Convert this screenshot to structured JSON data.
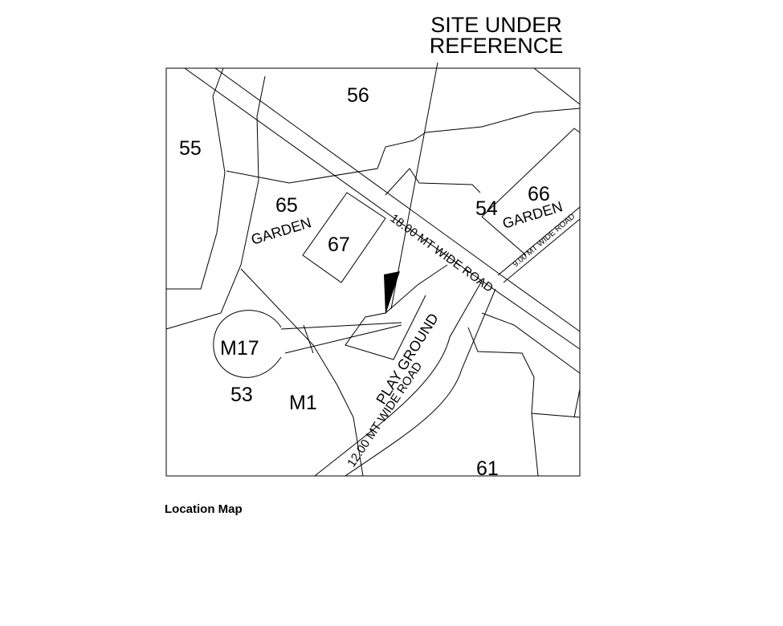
{
  "map": {
    "site_label": [
      "SITE UNDER",
      "REFERENCE"
    ],
    "plots": [
      "56",
      "55",
      "65",
      "67",
      "54",
      "66",
      "M17",
      "53",
      "M1",
      "61"
    ],
    "gardens": [
      "GARDEN",
      "GARDEN"
    ],
    "roads": {
      "main": "18.00 MT WIDE ROAD",
      "south": "12.00 MT WIDE ROAD",
      "east": "9.00 MT WIDE ROAD"
    },
    "play_ground": "PLAY GROUND"
  },
  "caption": "Location Map"
}
